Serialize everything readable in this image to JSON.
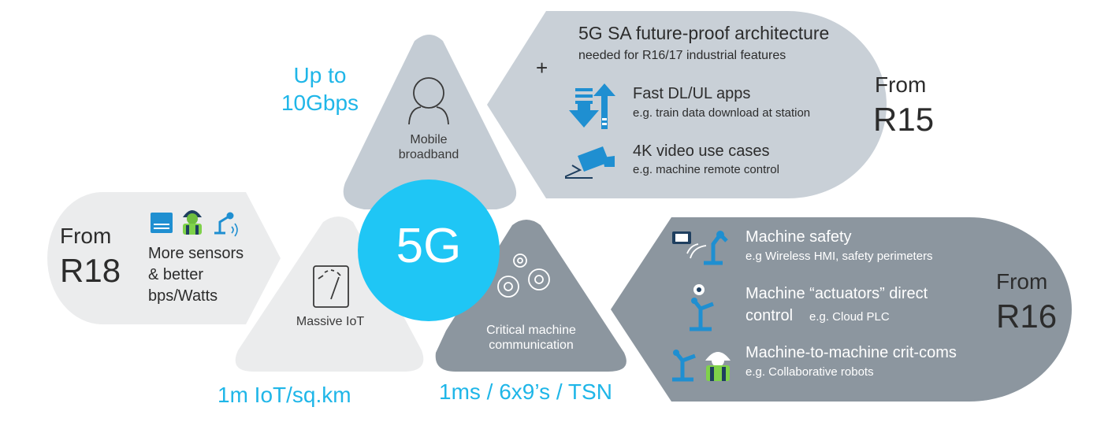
{
  "center": {
    "label": "5G"
  },
  "mbb": {
    "label_line1": "Mobile",
    "label_line2": "broadband",
    "speed_line1": "Up to",
    "speed_line2": "10Gbps"
  },
  "miot": {
    "label": "Massive IoT",
    "metric": "1m IoT/sq.km"
  },
  "cmc": {
    "label_line1": "Critical machine",
    "label_line2": "communication",
    "metric": "1ms / 6x9’s / TSN"
  },
  "r15_panel": {
    "plus": "+",
    "title": "5G SA future-proof architecture",
    "subtitle": "needed for R16/17 industrial features",
    "from": "From",
    "release": "R15",
    "items": [
      {
        "title": "Fast DL/UL apps",
        "desc": "e.g. train data download at station",
        "icon": "download-upload-icon"
      },
      {
        "title": "4K video use cases",
        "desc": "e.g. machine remote control",
        "icon": "video-camera-icon"
      }
    ]
  },
  "r16_panel": {
    "from": "From",
    "release": "R16",
    "items": [
      {
        "title": "Machine safety",
        "desc": "e.g Wireless HMI, safety perimeters",
        "icon": "robot-arm-wireless-icon"
      },
      {
        "title": "Machine “actuators” direct",
        "title2": "control",
        "desc": "e.g. Cloud PLC",
        "icon": "robot-actuator-icon"
      },
      {
        "title": "Machine-to-machine crit-coms",
        "desc": "e.g. Collaborative robots",
        "icon": "robot-worker-icon"
      }
    ]
  },
  "r18_panel": {
    "from": "From",
    "release": "R18",
    "text_line1": "More sensors",
    "text_line2": "& better",
    "text_line3": "bps/Watts",
    "icons": [
      "sensor-icon",
      "worker-icon",
      "robot-wireless-icon"
    ]
  },
  "colors": {
    "accent": "#1fc6f5",
    "mbb_gray": "#c4ccd4",
    "r15_gray": "#c9d0d7",
    "light_gray": "#ebeced",
    "dark_gray": "#8b959e",
    "icon_blue": "#1f8fd1"
  }
}
